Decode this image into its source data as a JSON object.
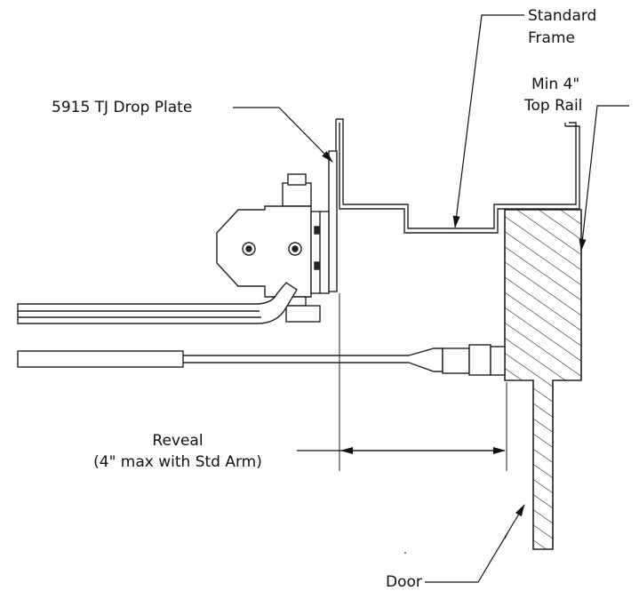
{
  "labels": {
    "standard_frame": [
      "Standard",
      "Frame"
    ],
    "top_rail": [
      "Min 4\"",
      "Top Rail"
    ],
    "drop_plate": "5915 TJ Drop Plate",
    "reveal": [
      "Reveal",
      "(4\" max with Std Arm)"
    ],
    "door": "Door"
  }
}
